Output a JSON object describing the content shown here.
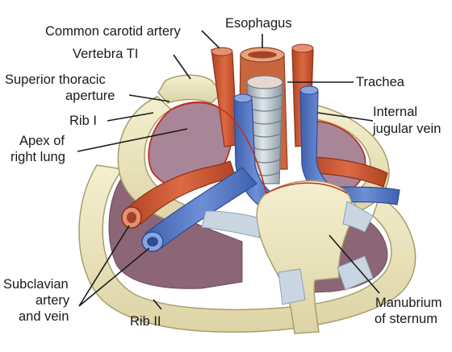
{
  "figure": {
    "type": "anatomical illustration",
    "labels": {
      "esophagus": "Esophagus",
      "common_carotid_artery": "Common carotid artery",
      "vertebra": "Vertebra TI",
      "superior_aperture_line1": "Superior thoracic",
      "superior_aperture_line2": "aperture",
      "rib_one": "Rib I",
      "apex_line1": "Apex of",
      "apex_line2": "right lung",
      "trachea": "Trachea",
      "internal_jugular_line1": "Internal",
      "internal_jugular_line2": "jugular vein",
      "subclavian_line1": "Subclavian",
      "subclavian_line2": "artery",
      "subclavian_line3": "and vein",
      "rib_two": "Rib II",
      "manubrium_line1": "Manubrium",
      "manubrium_line2": "of sternum"
    },
    "colors": {
      "artery": "#c8502f",
      "artery_dark": "#8f2f17",
      "vein": "#4f74c4",
      "vein_dark": "#2d4c93",
      "bone": "#ece6bd",
      "bone_dark": "#b8ae7e",
      "cartilage": "#c9d6e2",
      "lung": "#8c6577",
      "lung_light": "#a98598",
      "trachea": "#a9b6c0",
      "esophagus": "#c9663e",
      "pleura_outline": "#c03020",
      "leader": "#1a1a1a",
      "text": "#1a1a1a"
    }
  }
}
